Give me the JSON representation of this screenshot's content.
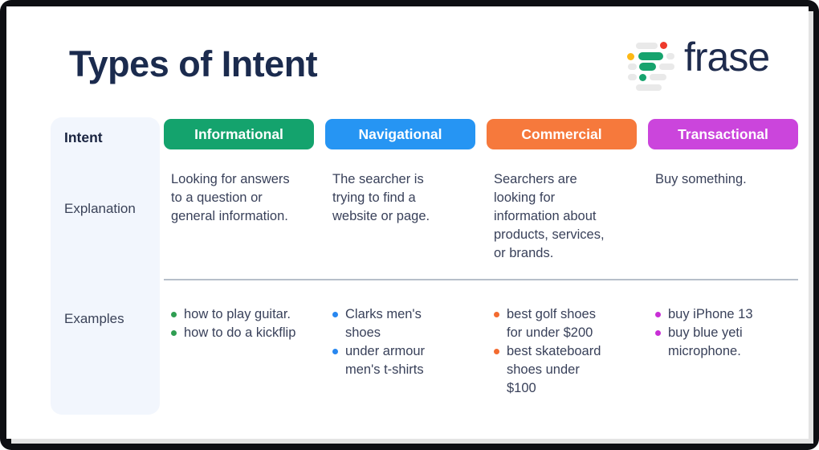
{
  "page": {
    "title": "Types of Intent"
  },
  "brand": {
    "name": "frase"
  },
  "table": {
    "row_labels": {
      "intent": "Intent",
      "explanation": "Explanation",
      "examples": "Examples"
    },
    "columns": [
      {
        "id": "informational",
        "label": "Informational",
        "badge_color": "#14a36d",
        "bullet_color": "#2f9e52",
        "explanation": "Looking for answers\nto a question or\ngeneral information.",
        "examples": [
          "how to play guitar.",
          "how to do a kickflip"
        ]
      },
      {
        "id": "navigational",
        "label": "Navigational",
        "badge_color": "#2695f3",
        "bullet_color": "#2887f0",
        "explanation": "The searcher is\ntrying to find a\nwebsite or page.",
        "examples": [
          "Clarks men's\nshoes",
          "under armour\nmen's t-shirts"
        ]
      },
      {
        "id": "commercial",
        "label": "Commercial",
        "badge_color": "#f6793c",
        "bullet_color": "#f36b30",
        "explanation": "Searchers are\nlooking for\ninformation about\nproducts, services,\nor brands.",
        "examples": [
          "best golf shoes\nfor under $200",
          "best skateboard\nshoes under\n$100"
        ]
      },
      {
        "id": "transactional",
        "label": "Transactional",
        "badge_color": "#cb45dc",
        "bullet_color": "#c92fd6",
        "explanation": "Buy something.",
        "examples": [
          "buy iPhone 13",
          "buy blue yeti\nmicrophone."
        ]
      }
    ]
  },
  "colors": {
    "frame": "#0e0f13",
    "panel": "#ffffff",
    "sidebar_bg": "#f2f6fd",
    "title_text": "#1b2b4e",
    "body_text": "#39415a",
    "divider": "#b6bfca",
    "logo_gray": "#e9e9e9",
    "logo_green": "#16a36d",
    "logo_red": "#ee3a2c",
    "logo_yellow": "#fdb815"
  }
}
